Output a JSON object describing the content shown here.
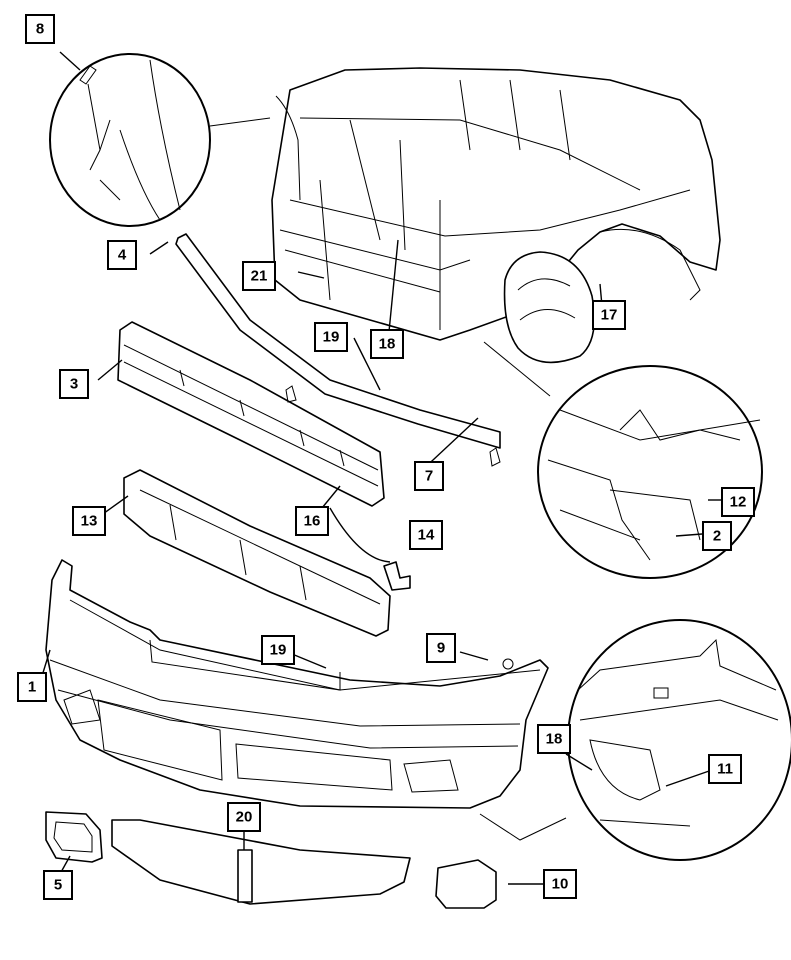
{
  "callouts": {
    "c1": "1",
    "c2": "2",
    "c3": "3",
    "c4": "4",
    "c5": "5",
    "c7": "7",
    "c8": "8",
    "c9": "9",
    "c10": "10",
    "c11": "11",
    "c12": "12",
    "c13": "13",
    "c14": "14",
    "c16": "16",
    "c17": "17",
    "c18a": "18",
    "c18b": "18",
    "c19a": "19",
    "c19b": "19",
    "c20": "20",
    "c21": "21"
  }
}
